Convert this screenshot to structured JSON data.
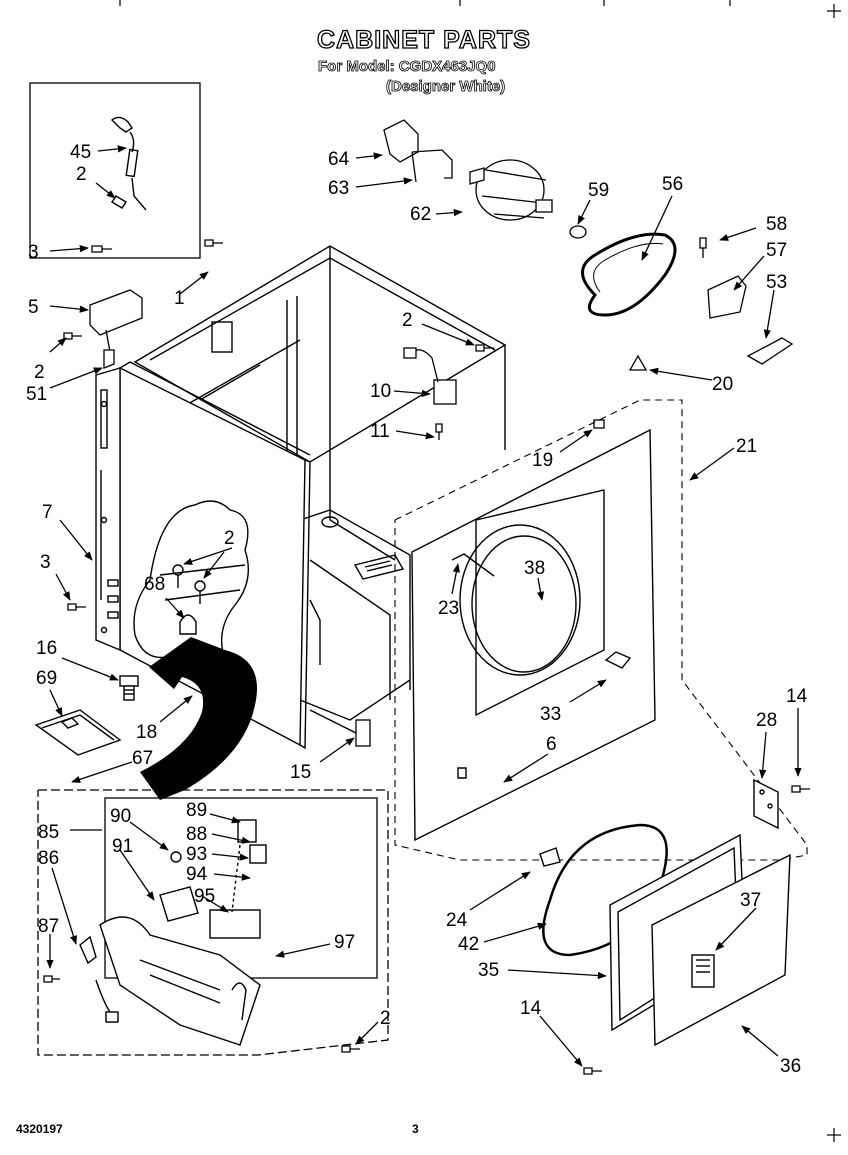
{
  "header": {
    "title": "CABINET PARTS",
    "model_line": "For Model: CGDX463JQ0",
    "color_line": "(Designer White)"
  },
  "footer": {
    "doc_number": "4320197",
    "page_number": "3"
  },
  "callouts": [
    "45",
    "2",
    "64",
    "63",
    "62",
    "59",
    "56",
    "58",
    "57",
    "53",
    "3",
    "1",
    "5",
    "2",
    "51",
    "2",
    "10",
    "11",
    "20",
    "19",
    "21",
    "7",
    "2",
    "3",
    "68",
    "38",
    "23",
    "16",
    "69",
    "18",
    "67",
    "15",
    "33",
    "6",
    "14",
    "28",
    "85",
    "90",
    "89",
    "88",
    "91",
    "93",
    "86",
    "94",
    "95",
    "87",
    "97",
    "24",
    "37",
    "42",
    "35",
    "2",
    "14",
    "36"
  ],
  "colors": {
    "ink": "#000000",
    "paper": "#ffffff",
    "hatch": "#999999"
  }
}
